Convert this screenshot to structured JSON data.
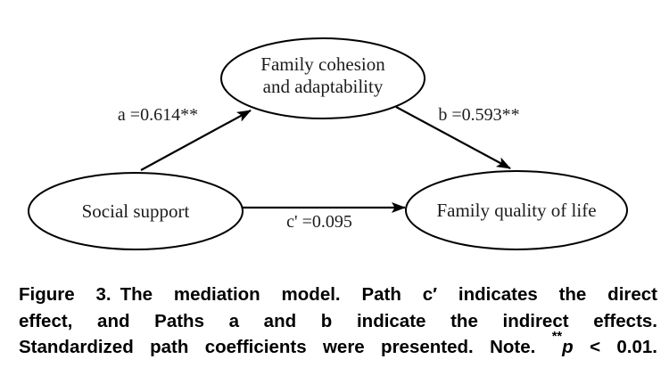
{
  "diagram": {
    "background": "#ffffff",
    "stroke_color": "#000000",
    "mediator": {
      "line1": "Family cohesion",
      "line2": "and adaptability"
    },
    "predictor": {
      "label": "Social support"
    },
    "outcome": {
      "label": "Family quality of life"
    },
    "path_a": {
      "label": "a =0.614**"
    },
    "path_b": {
      "label": "b =0.593**"
    },
    "path_c": {
      "label": "c' =0.095"
    }
  },
  "caption": {
    "line1": {
      "label": "Figure 3.",
      "text": "The mediation model. Path c′ indicates the direct"
    },
    "line2": {
      "text": "effect, and Paths a and b indicate the indirect effects."
    },
    "line3": {
      "lead": "Standardized path coefficients were presented. Note.",
      "stars": "**",
      "p_symbol": "p",
      "tail": "< 0.01."
    }
  }
}
